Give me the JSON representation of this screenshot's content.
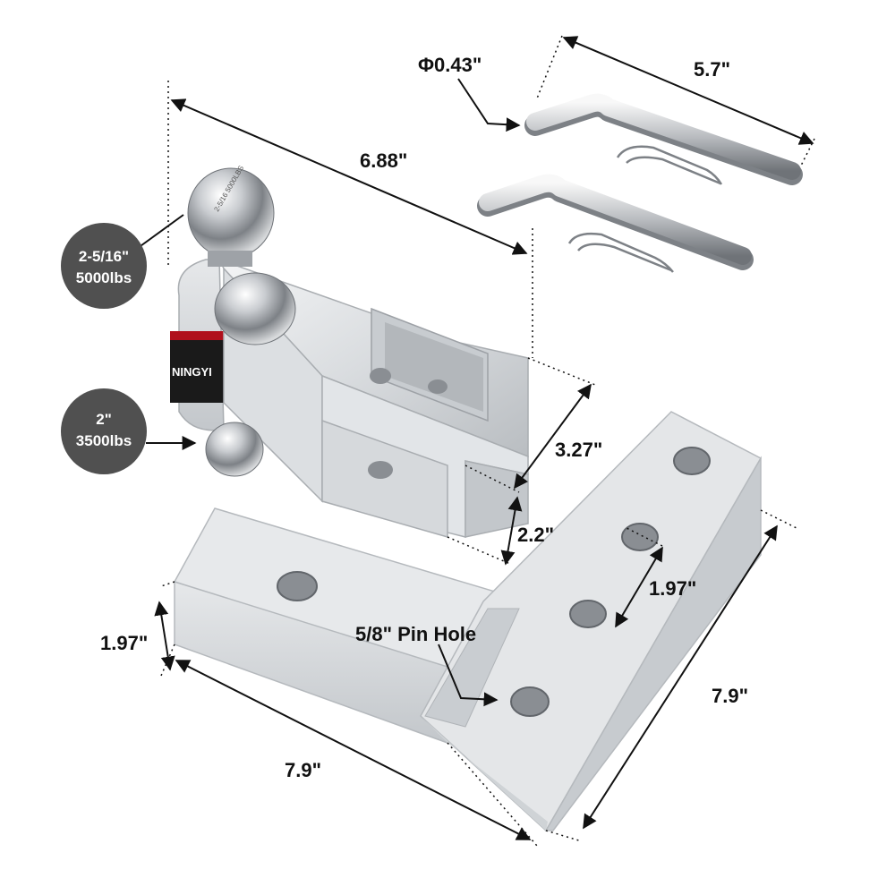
{
  "dimensions": {
    "pin_diameter": "Φ0.43\"",
    "pin_length": "5.7\"",
    "shank_length": "6.88\"",
    "shank_opening_height": "3.27\"",
    "shank_lower_height": "2.2\"",
    "hole_spacing": "1.97\"",
    "pin_hole": "5/8\" Pin Hole",
    "base_thickness": "1.97\"",
    "base_length": "7.9\"",
    "upright_length": "7.9\""
  },
  "badges": {
    "large_ball": {
      "size": "2-5/16\"",
      "rating": "5000lbs"
    },
    "small_ball": {
      "size": "2\"",
      "rating": "3500lbs"
    }
  },
  "brand": {
    "logo": "NINGYI"
  },
  "ball_stamp": "2-5/16 5000LBS",
  "colors": {
    "metal": "#d9dcdf",
    "metal_shadow": "#aeb2b6",
    "badge": "#505050",
    "accent": "#b0101c"
  }
}
